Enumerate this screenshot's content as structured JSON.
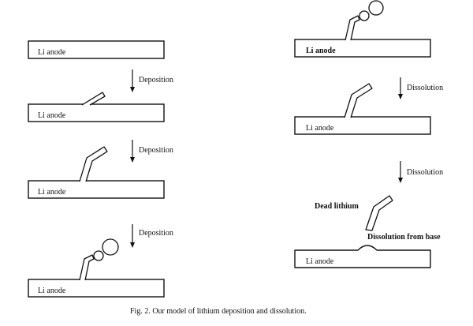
{
  "anode_label": "Li anode",
  "left_steps": [
    {
      "arrow_label": "Deposition"
    },
    {
      "arrow_label": "Deposition"
    },
    {
      "arrow_label": "Deposition"
    }
  ],
  "right_steps": [
    {
      "arrow_label": "Dissolution"
    },
    {
      "arrow_label": "Dissolution"
    }
  ],
  "annotations": {
    "dead_lithium": "Dead lithium",
    "dissolution_from_base": "Dissolution from base"
  },
  "caption": "Fig. 2. Our model of lithium deposition and dissolution."
}
